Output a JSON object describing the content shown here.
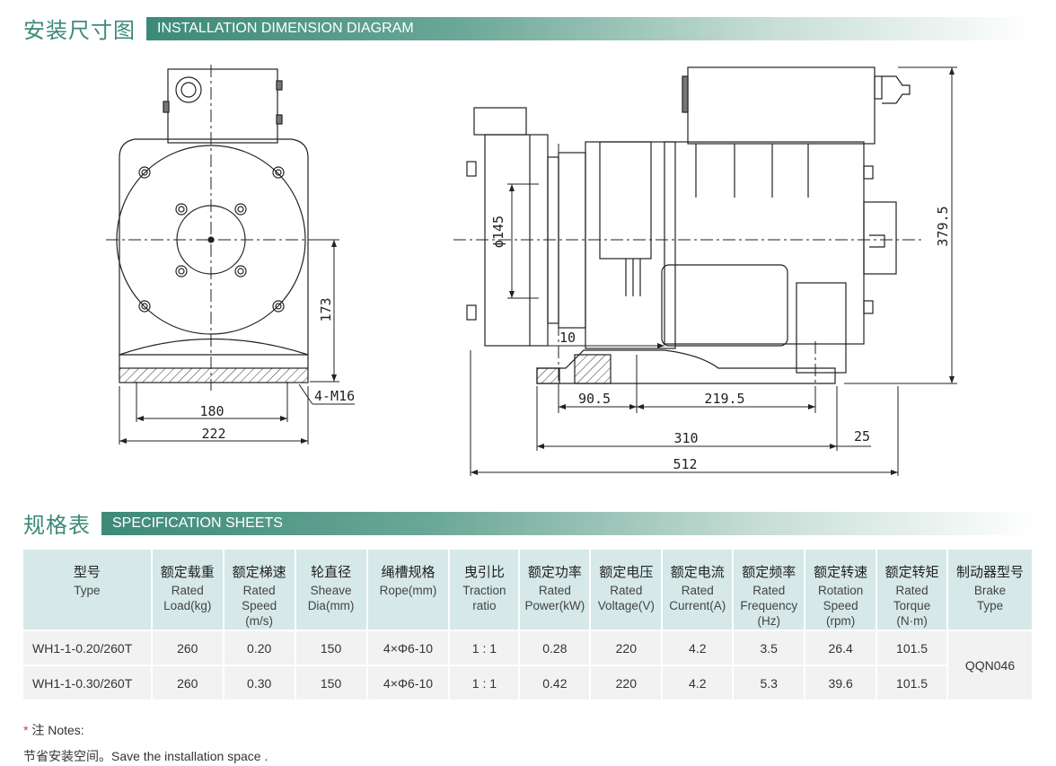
{
  "section1": {
    "title_cn": "安装尺寸图",
    "title_en": "INSTALLATION DIMENSION DIAGRAM"
  },
  "section2": {
    "title_cn": "规格表",
    "title_en": "SPECIFICATION SHEETS"
  },
  "drawing": {
    "dims": {
      "d180": "180",
      "d222": "222",
      "d173": "173",
      "m16": "4-M16",
      "phi145": "ϕ145",
      "d10": "10",
      "d90_5": "90.5",
      "d219_5": "219.5",
      "d310": "310",
      "d25": "25",
      "d512": "512",
      "d379_5": "379.5"
    }
  },
  "table": {
    "headers": [
      {
        "cn": "型号",
        "en": "Type"
      },
      {
        "cn": "额定载重",
        "en": "Rated\nLoad(kg)"
      },
      {
        "cn": "额定梯速",
        "en": "Rated\nSpeed\n(m/s)"
      },
      {
        "cn": "轮直径",
        "en": "Sheave\nDia(mm)"
      },
      {
        "cn": "绳槽规格",
        "en": "Rope(mm)"
      },
      {
        "cn": "曳引比",
        "en": "Traction\nratio"
      },
      {
        "cn": "额定功率",
        "en": "Rated\nPower(kW)"
      },
      {
        "cn": "额定电压",
        "en": "Rated\nVoltage(V)"
      },
      {
        "cn": "额定电流",
        "en": "Rated\nCurrent(A)"
      },
      {
        "cn": "额定频率",
        "en": "Rated\nFrequency\n(Hz)"
      },
      {
        "cn": "额定转速",
        "en": "Rotation\nSpeed\n(rpm)"
      },
      {
        "cn": "额定转矩",
        "en": "Rated\nTorque\n(N·m)"
      },
      {
        "cn": "制动器型号",
        "en": "Brake\nType"
      }
    ],
    "rows": [
      [
        "WH1-1-0.20/260T",
        "260",
        "0.20",
        "150",
        "4×Φ6-10",
        "1 : 1",
        "0.28",
        "220",
        "4.2",
        "3.5",
        "26.4",
        "101.5"
      ],
      [
        "WH1-1-0.30/260T",
        "260",
        "0.30",
        "150",
        "4×Φ6-10",
        "1 : 1",
        "0.42",
        "220",
        "4.2",
        "5.3",
        "39.6",
        "101.5"
      ]
    ],
    "brake": "QQN046"
  },
  "notes": {
    "star": "*",
    "title": " 注 Notes:",
    "line": "节省安装空间。Save the installation space ."
  }
}
